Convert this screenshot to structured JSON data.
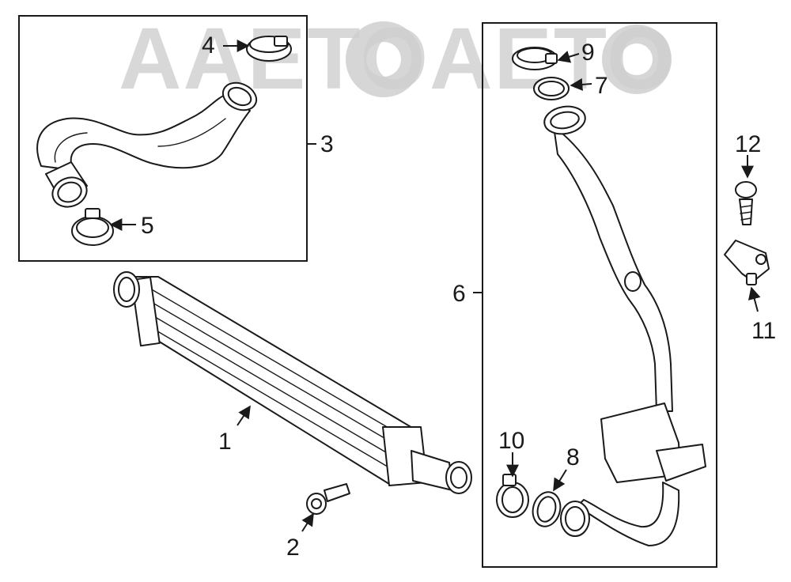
{
  "watermark": {
    "text": "AAETOAETO"
  },
  "callouts": {
    "c1": "1",
    "c2": "2",
    "c3": "3",
    "c4": "4",
    "c5": "5",
    "c6": "6",
    "c7": "7",
    "c8": "8",
    "c9": "9",
    "c10": "10",
    "c11": "11",
    "c12": "12"
  },
  "colors": {
    "line": "#1a1a1a",
    "part_fill": "#ffffff",
    "watermark": "#cfcfcf"
  }
}
